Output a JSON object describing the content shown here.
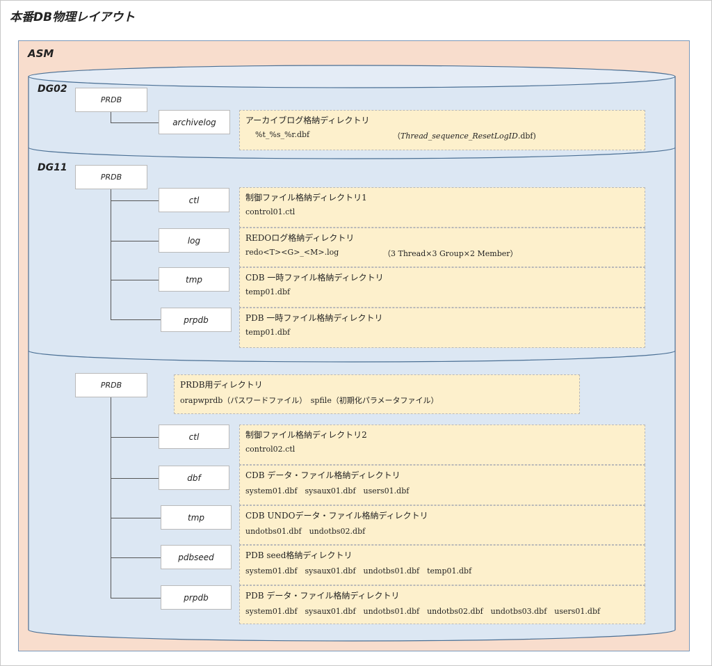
{
  "title": "本番DB物理レイアウト",
  "asm_label": "ASM",
  "dg02": {
    "label": "DG02",
    "root": "PRDB",
    "dirs": [
      {
        "name": "archivelog",
        "title": "アーカイブログ格納ディレクトリ",
        "files": "%t_%s_%r.dbf",
        "note_open": "（",
        "note_italic": "Thread_sequence_ResetLogID",
        "note_close": ".dbf)"
      }
    ]
  },
  "dg11": {
    "label": "DG11",
    "root": "PRDB",
    "dirs": [
      {
        "name": "ctl",
        "title": "制御ファイル格納ディレクトリ1",
        "files": "control01.ctl"
      },
      {
        "name": "log",
        "title": "REDOログ格納ディレクトリ",
        "files": "redo<T><G>_<M>.log",
        "note": "（3 Thread×3 Group×2 Member）"
      },
      {
        "name": "tmp",
        "title": "CDB 一時ファイル格納ディレクトリ",
        "files": "temp01.dbf"
      },
      {
        "name": "prpdb",
        "title": "PDB 一時ファイル格納ディレクトリ",
        "files": "temp01.dbf"
      }
    ]
  },
  "dg_third": {
    "root": "PRDB",
    "root_info": {
      "title": "PRDB用ディレクトリ",
      "files": "orapwprdb（パスワードファイル）　spfile（初期化パラメータファイル）"
    },
    "dirs": [
      {
        "name": "ctl",
        "title": "制御ファイル格納ディレクトリ2",
        "files": "control02.ctl"
      },
      {
        "name": "dbf",
        "title": "CDB データ・ファイル格納ディレクトリ",
        "files": "system01.dbf　sysaux01.dbf　users01.dbf"
      },
      {
        "name": "tmp",
        "title": "CDB UNDOデータ・ファイル格納ディレクトリ",
        "files": "undotbs01.dbf　undotbs02.dbf"
      },
      {
        "name": "pdbseed",
        "title": "PDB seed格納ディレクトリ",
        "files": "system01.dbf　sysaux01.dbf　undotbs01.dbf　temp01.dbf"
      },
      {
        "name": "prpdb",
        "title": "PDB データ・ファイル格納ディレクトリ",
        "files": "system01.dbf　sysaux01.dbf　undotbs01.dbf　undotbs02.dbf　undotbs03.dbf　users01.dbf"
      }
    ]
  },
  "colors": {
    "asm_fill": "#f8ddcd",
    "cylinder_fill": "#dce7f3",
    "cylinder_stroke": "#4a6f94",
    "info_fill": "#fdf0cc"
  }
}
